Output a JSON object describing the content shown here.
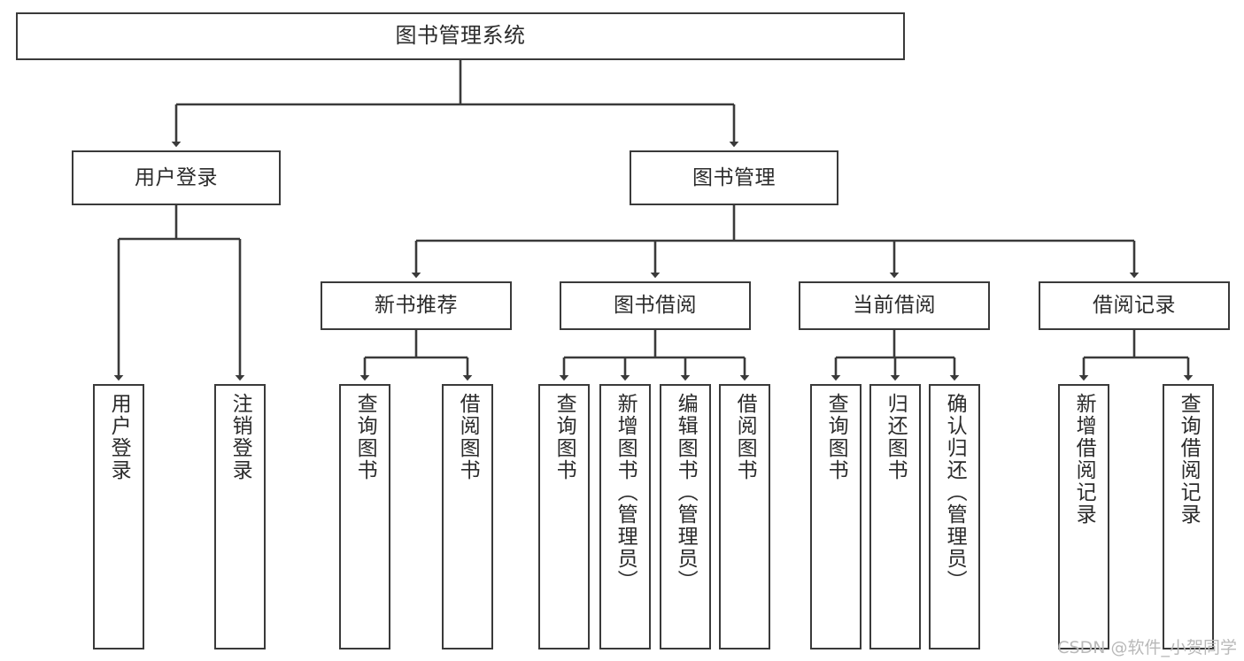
{
  "diagram": {
    "title": "图书管理系统",
    "watermark": "CSDN @软件_小贺同学",
    "colors": {
      "stroke": "#3a3a3a",
      "text": "#2b2b2b",
      "background": "#ffffff",
      "watermark": "#b9b9b9"
    },
    "root": {
      "label": "图书管理系统"
    },
    "level2": [
      {
        "label": "用户登录"
      },
      {
        "label": "图书管理"
      }
    ],
    "level3": [
      {
        "label": "新书推荐"
      },
      {
        "label": "图书借阅"
      },
      {
        "label": "当前借阅"
      },
      {
        "label": "借阅记录"
      }
    ],
    "leaves": {
      "user_login": [
        {
          "label": "用户登录"
        },
        {
          "label": "注销登录"
        }
      ],
      "new_book_recommend": [
        {
          "label": "查询图书"
        },
        {
          "label": "借阅图书"
        }
      ],
      "book_borrow": [
        {
          "label": "查询图书"
        },
        {
          "label": "新增图书（管理员）"
        },
        {
          "label": "编辑图书（管理员）"
        },
        {
          "label": "借阅图书"
        }
      ],
      "current_borrow": [
        {
          "label": "查询图书"
        },
        {
          "label": "归还图书"
        },
        {
          "label": "确认归还（管理员）"
        }
      ],
      "borrow_record": [
        {
          "label": "新增借阅记录"
        },
        {
          "label": "查询借阅记录"
        }
      ]
    }
  }
}
